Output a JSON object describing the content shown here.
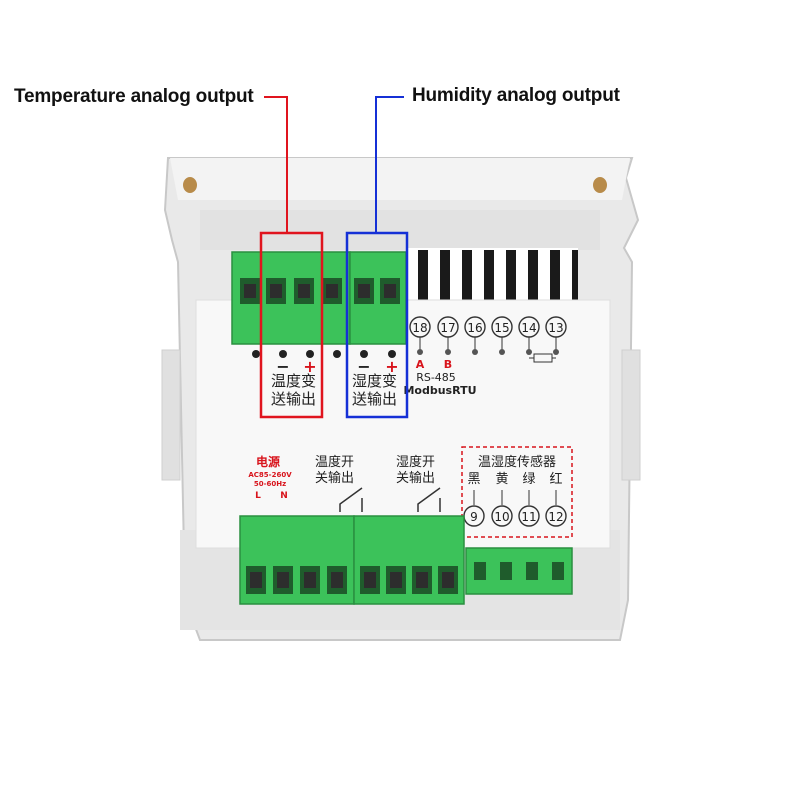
{
  "annotations": {
    "temperature_label": "Temperature analog output",
    "humidity_label": "Humidity analog output",
    "temperature_color": "#e0141e",
    "humidity_color": "#1530d6"
  },
  "device": {
    "body_color": "#ececec",
    "terminal_color": "#3cc25a",
    "top_panel": {
      "temp_output": {
        "minus": "−",
        "plus": "+",
        "line1": "温度变",
        "line2": "送输出"
      },
      "hum_output": {
        "minus": "−",
        "plus": "+",
        "line1": "湿度变",
        "line2": "送输出"
      },
      "rs485_terminals": [
        "18",
        "17",
        "16",
        "15",
        "14",
        "13"
      ],
      "rs485_a": "A",
      "rs485_b": "B",
      "rs485_label": "RS-485",
      "modbus_label": "ModbusRTU"
    },
    "bottom_panel": {
      "power_title": "电源",
      "power_spec_1": "AC85-260V",
      "power_spec_2": "50-60Hz",
      "power_l": "L",
      "power_n": "N",
      "temp_switch_line1": "温度开",
      "temp_switch_line2": "关输出",
      "hum_switch_line1": "湿度开",
      "hum_switch_line2": "关输出",
      "sensor_title": "温湿度传感器",
      "sensor_wire_colors": [
        "黑",
        "黄",
        "绿",
        "红"
      ],
      "sensor_terminals": [
        "9",
        "10",
        "11",
        "12"
      ]
    }
  }
}
